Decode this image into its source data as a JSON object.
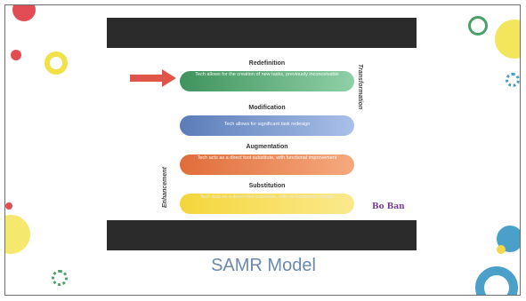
{
  "slide": {
    "caption": "SAMR Model",
    "left_label": "Enhancement",
    "right_label": "Transformation",
    "logo_text": "Bo Ban",
    "levels": [
      {
        "title": "Redefinition",
        "description": "Tech allows for the creation of new tasks, previously inconceivable",
        "color": "#4aa06a"
      },
      {
        "title": "Modification",
        "description": "Tech allows for significant task redesign",
        "color": "#6c8fc4"
      },
      {
        "title": "Augmentation",
        "description": "Tech acts as a direct tool substitute, with functional improvement",
        "color": "#e07a45"
      },
      {
        "title": "Substitution",
        "description": "Tech acts as a direct tool substitute, with no functional change",
        "color": "#f2d84a"
      }
    ]
  },
  "colors": {
    "bar": "#2b2b2b",
    "arrow": "#e0554a",
    "caption": "#6a8ab0"
  }
}
